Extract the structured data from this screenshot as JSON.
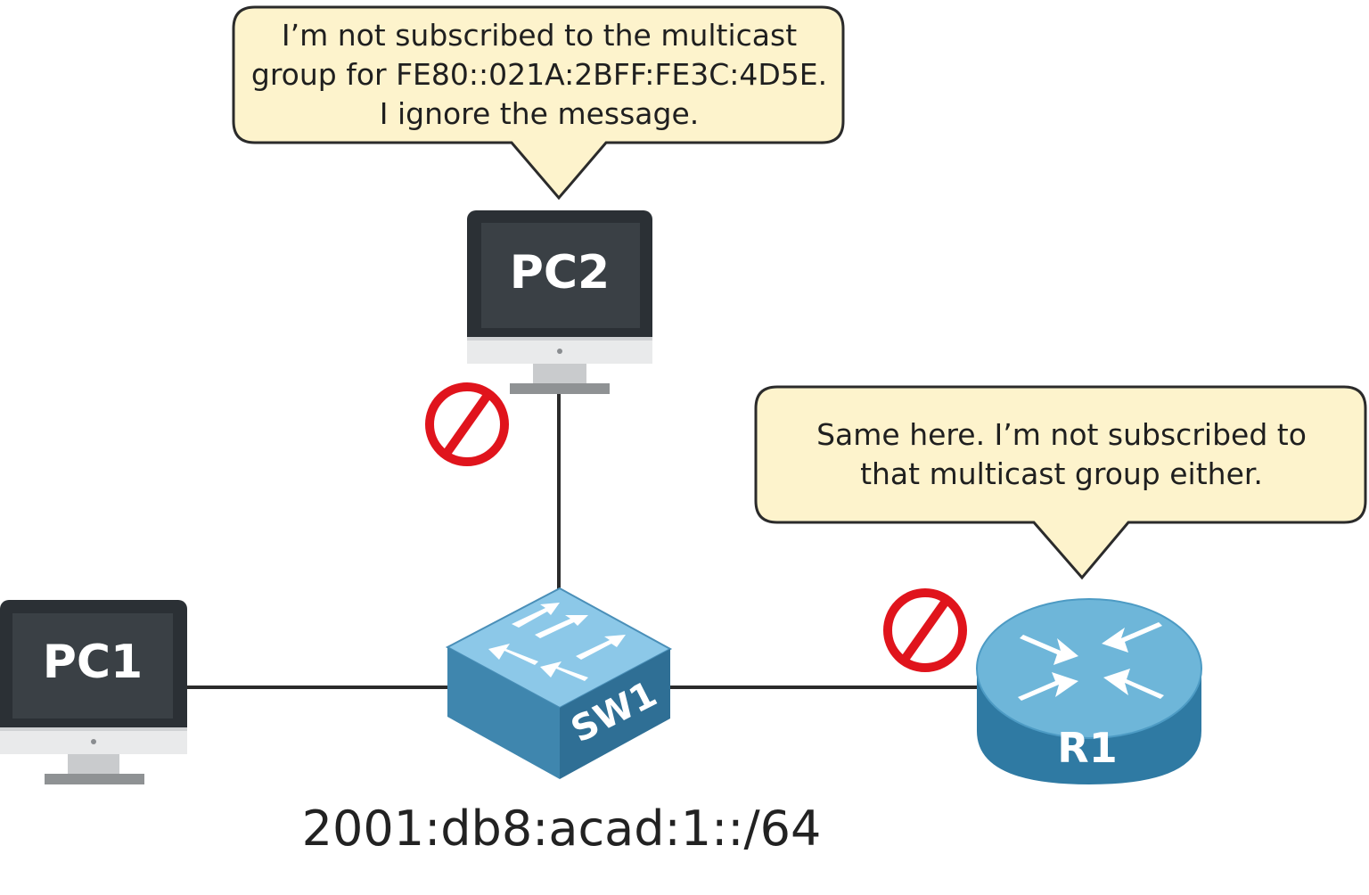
{
  "bubbles": {
    "pc2": {
      "lines": [
        "I’m not subscribed to the multicast",
        "group for FE80::021A:2BFF:FE3C:4D5E.",
        "I ignore the message."
      ]
    },
    "r1": {
      "lines": [
        "Same here. I’m not subscribed to",
        "that multicast group either."
      ]
    }
  },
  "devices": {
    "pc1": "PC1",
    "pc2": "PC2",
    "sw1": "SW1",
    "r1": "R1"
  },
  "subnet": "2001:db8:acad:1::/64",
  "colors": {
    "bubble_fill": "#fdf3cc",
    "bubble_stroke": "#2b2b2b",
    "monitor_screen": "#3a4045",
    "monitor_body": "#e9eaeb",
    "switch_top": "#7fbde0",
    "switch_side": "#3a7fa6",
    "router_top": "#6eb6d9",
    "router_side": "#2f7aa3",
    "block_red": "#e0141c",
    "link": "#2b2b2b"
  },
  "icons": [
    "prohibited-icon",
    "prohibited-icon"
  ]
}
